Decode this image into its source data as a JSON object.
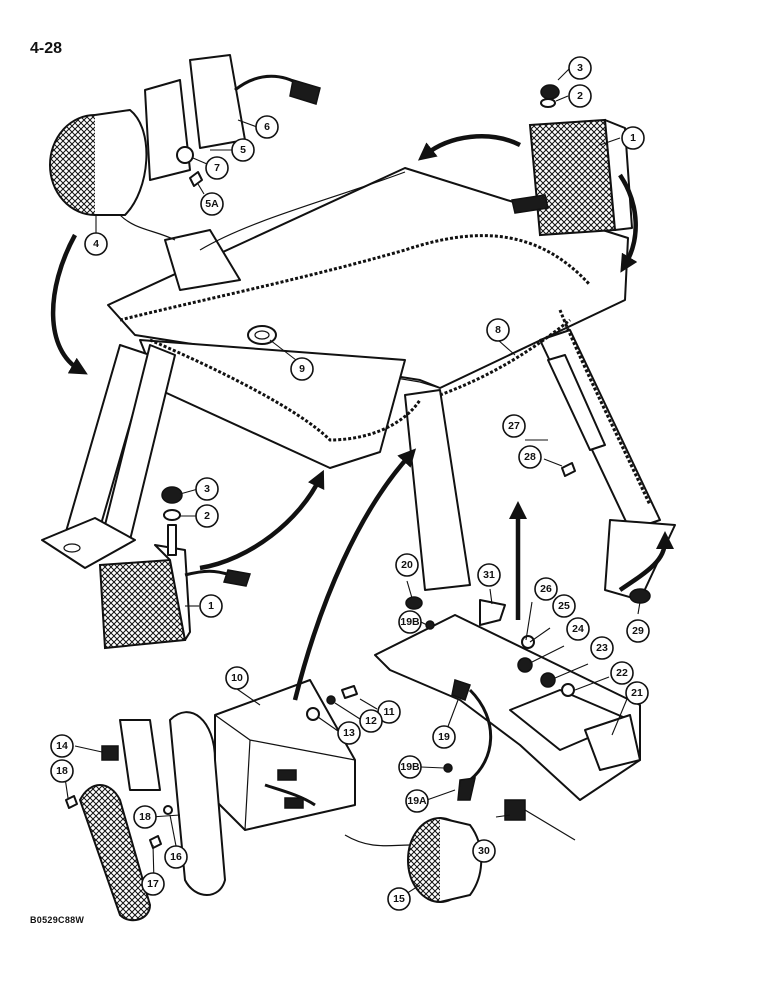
{
  "header": {
    "page_number": "4-28"
  },
  "footer": {
    "figure_code": "B0529C88W"
  },
  "callouts": [
    {
      "id": "c1a",
      "label": "1"
    },
    {
      "id": "c1b",
      "label": "1"
    },
    {
      "id": "c2a",
      "label": "2"
    },
    {
      "id": "c2b",
      "label": "2"
    },
    {
      "id": "c3a",
      "label": "3"
    },
    {
      "id": "c3b",
      "label": "3"
    },
    {
      "id": "c4",
      "label": "4"
    },
    {
      "id": "c5",
      "label": "5"
    },
    {
      "id": "c5a",
      "label": "5A"
    },
    {
      "id": "c6",
      "label": "6"
    },
    {
      "id": "c7",
      "label": "7"
    },
    {
      "id": "c8",
      "label": "8"
    },
    {
      "id": "c9",
      "label": "9"
    },
    {
      "id": "c10",
      "label": "10"
    },
    {
      "id": "c11",
      "label": "11"
    },
    {
      "id": "c12",
      "label": "12"
    },
    {
      "id": "c13",
      "label": "13"
    },
    {
      "id": "c14",
      "label": "14"
    },
    {
      "id": "c15",
      "label": "15"
    },
    {
      "id": "c16",
      "label": "16"
    },
    {
      "id": "c17",
      "label": "17"
    },
    {
      "id": "c18a",
      "label": "18"
    },
    {
      "id": "c18b",
      "label": "18"
    },
    {
      "id": "c19",
      "label": "19"
    },
    {
      "id": "c19a",
      "label": "19A"
    },
    {
      "id": "c19ba",
      "label": "19B"
    },
    {
      "id": "c19bb",
      "label": "19B"
    },
    {
      "id": "c20",
      "label": "20"
    },
    {
      "id": "c21",
      "label": "21"
    },
    {
      "id": "c22",
      "label": "22"
    },
    {
      "id": "c23",
      "label": "23"
    },
    {
      "id": "c24",
      "label": "24"
    },
    {
      "id": "c25",
      "label": "25"
    },
    {
      "id": "c26",
      "label": "26"
    },
    {
      "id": "c27",
      "label": "27"
    },
    {
      "id": "c28",
      "label": "28"
    },
    {
      "id": "c29",
      "label": "29"
    },
    {
      "id": "c30",
      "label": "30"
    },
    {
      "id": "c31",
      "label": "31"
    }
  ]
}
